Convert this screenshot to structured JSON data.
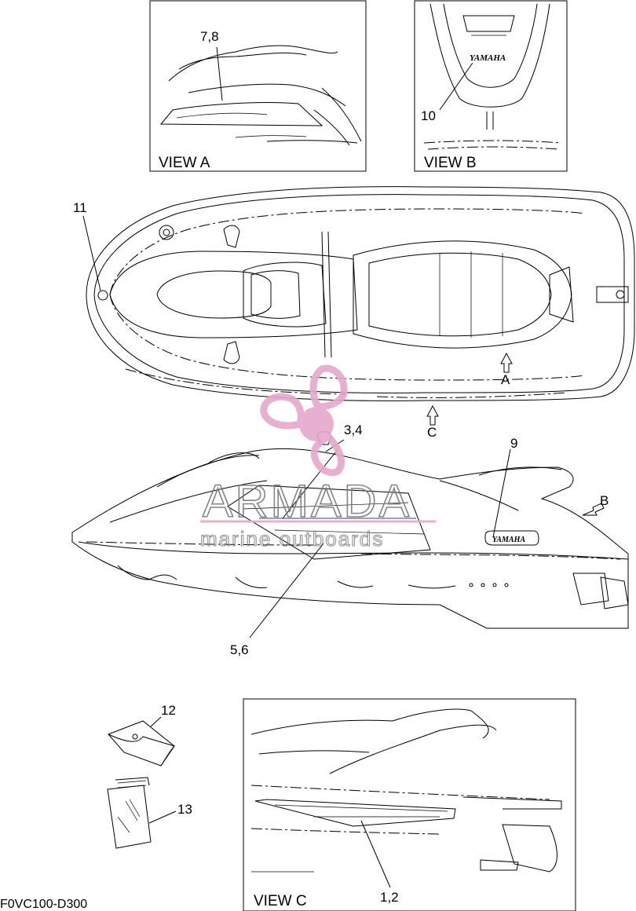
{
  "views": {
    "a": "VIEW A",
    "b": "VIEW B",
    "c": "VIEW C"
  },
  "callouts": {
    "p7_8": "7,8",
    "p10": "10",
    "p11": "11",
    "p3_4": "3,4",
    "p9": "9",
    "p5_6": "5,6",
    "p12": "12",
    "p13": "13",
    "p1_2": "1,2"
  },
  "arrows": {
    "a": "A",
    "b": "B",
    "c": "C"
  },
  "decal_text": {
    "view_b_logo": "YAMAHA",
    "side_logo": "YAMAHA"
  },
  "watermark": {
    "brand": "ARMADA",
    "tagline": "marine outboards",
    "logo_color": "#e6a8cc"
  },
  "diagram_code": "F0VC100-D300"
}
